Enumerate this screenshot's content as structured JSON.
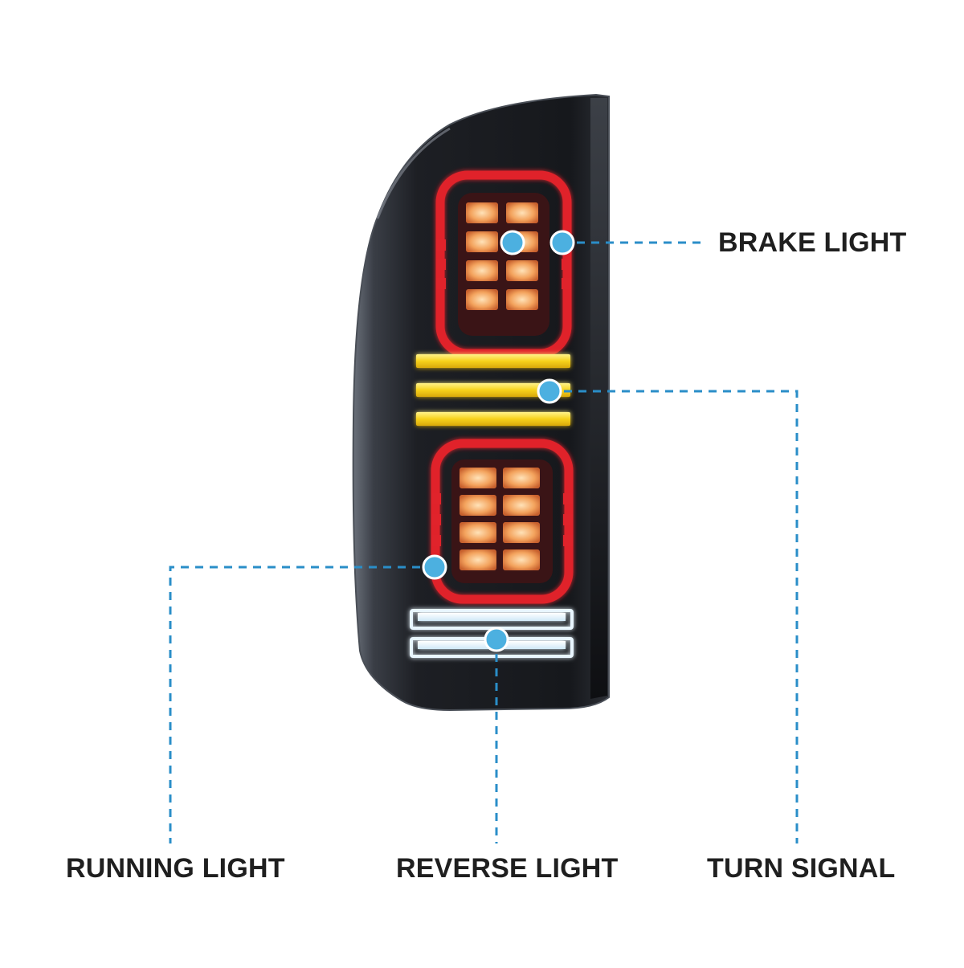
{
  "labels": {
    "brake": "BRAKE LIGHT",
    "running": "RUNNING LIGHT",
    "reverse": "REVERSE LIGHT",
    "turn": "TURN SIGNAL"
  },
  "colors": {
    "background": "#ffffff",
    "housing": "#1b1d22",
    "housing_edge": "#5a606a",
    "brake_red": "#e0232b",
    "led_amber": "#f2a05a",
    "turn_yellow": "#f4d21a",
    "reverse_white": "#eaf6ff",
    "callout_blue": "#2a8ec8",
    "callout_dot": "#4cb0e0",
    "label_text": "#1f1f1f"
  }
}
